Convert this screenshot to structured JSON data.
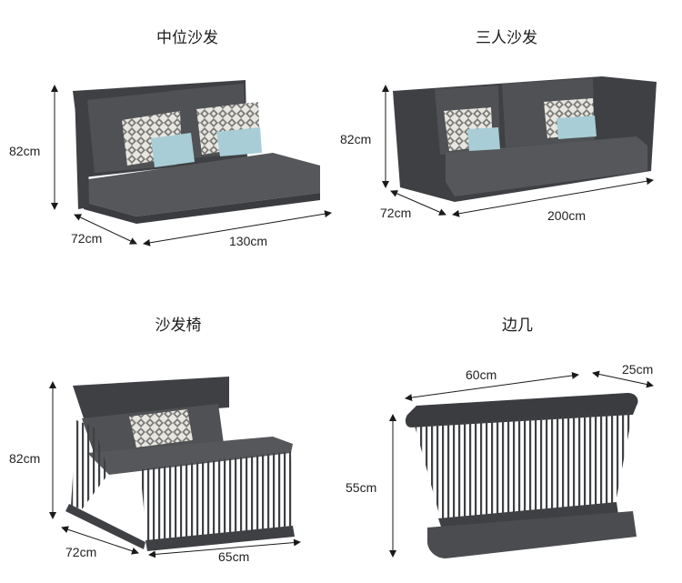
{
  "products": [
    {
      "title": "中位沙发",
      "height": "82cm",
      "depth": "72cm",
      "width": "130cm"
    },
    {
      "title": "三人沙发",
      "height": "82cm",
      "depth": "72cm",
      "width": "200cm"
    },
    {
      "title": "沙发椅",
      "height": "82cm",
      "depth": "72cm",
      "width": "65cm"
    },
    {
      "title": "边几",
      "height": "55cm",
      "length": "60cm",
      "depth": "25cm"
    }
  ],
  "colors": {
    "frame": "#3e4043",
    "cushion": "#545659",
    "pillow_pattern": "#d9d6cf",
    "pillow_blue": "#a8cdd6",
    "arrow": "#1a1a1a"
  }
}
